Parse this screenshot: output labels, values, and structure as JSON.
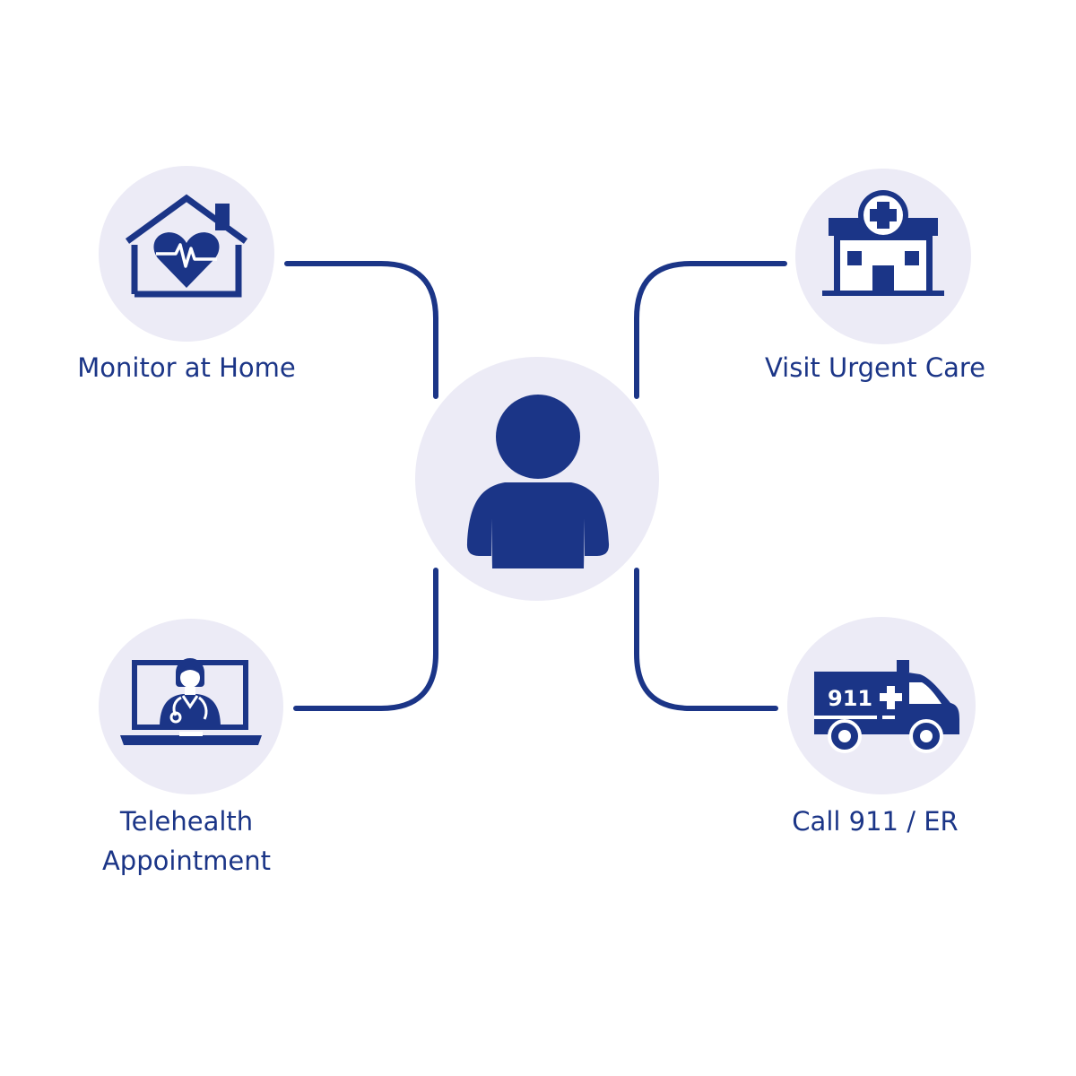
{
  "colors": {
    "ink": "#1b3587",
    "bubble": "#ecebf6",
    "background": "#ffffff"
  },
  "center": {
    "icon": "person-icon"
  },
  "options": [
    {
      "id": "monitor-home",
      "icon": "house-heart-icon",
      "label_lines": [
        "Monitor at Home"
      ]
    },
    {
      "id": "urgent-care",
      "icon": "clinic-building-icon",
      "label_lines": [
        "Visit Urgent Care"
      ]
    },
    {
      "id": "telehealth",
      "icon": "laptop-doctor-icon",
      "label_lines": [
        "Telehealth",
        "Appointment"
      ]
    },
    {
      "id": "call-911",
      "icon": "ambulance-icon",
      "label_lines": [
        "Call 911 / ER"
      ],
      "ambulance_text": "911"
    }
  ]
}
